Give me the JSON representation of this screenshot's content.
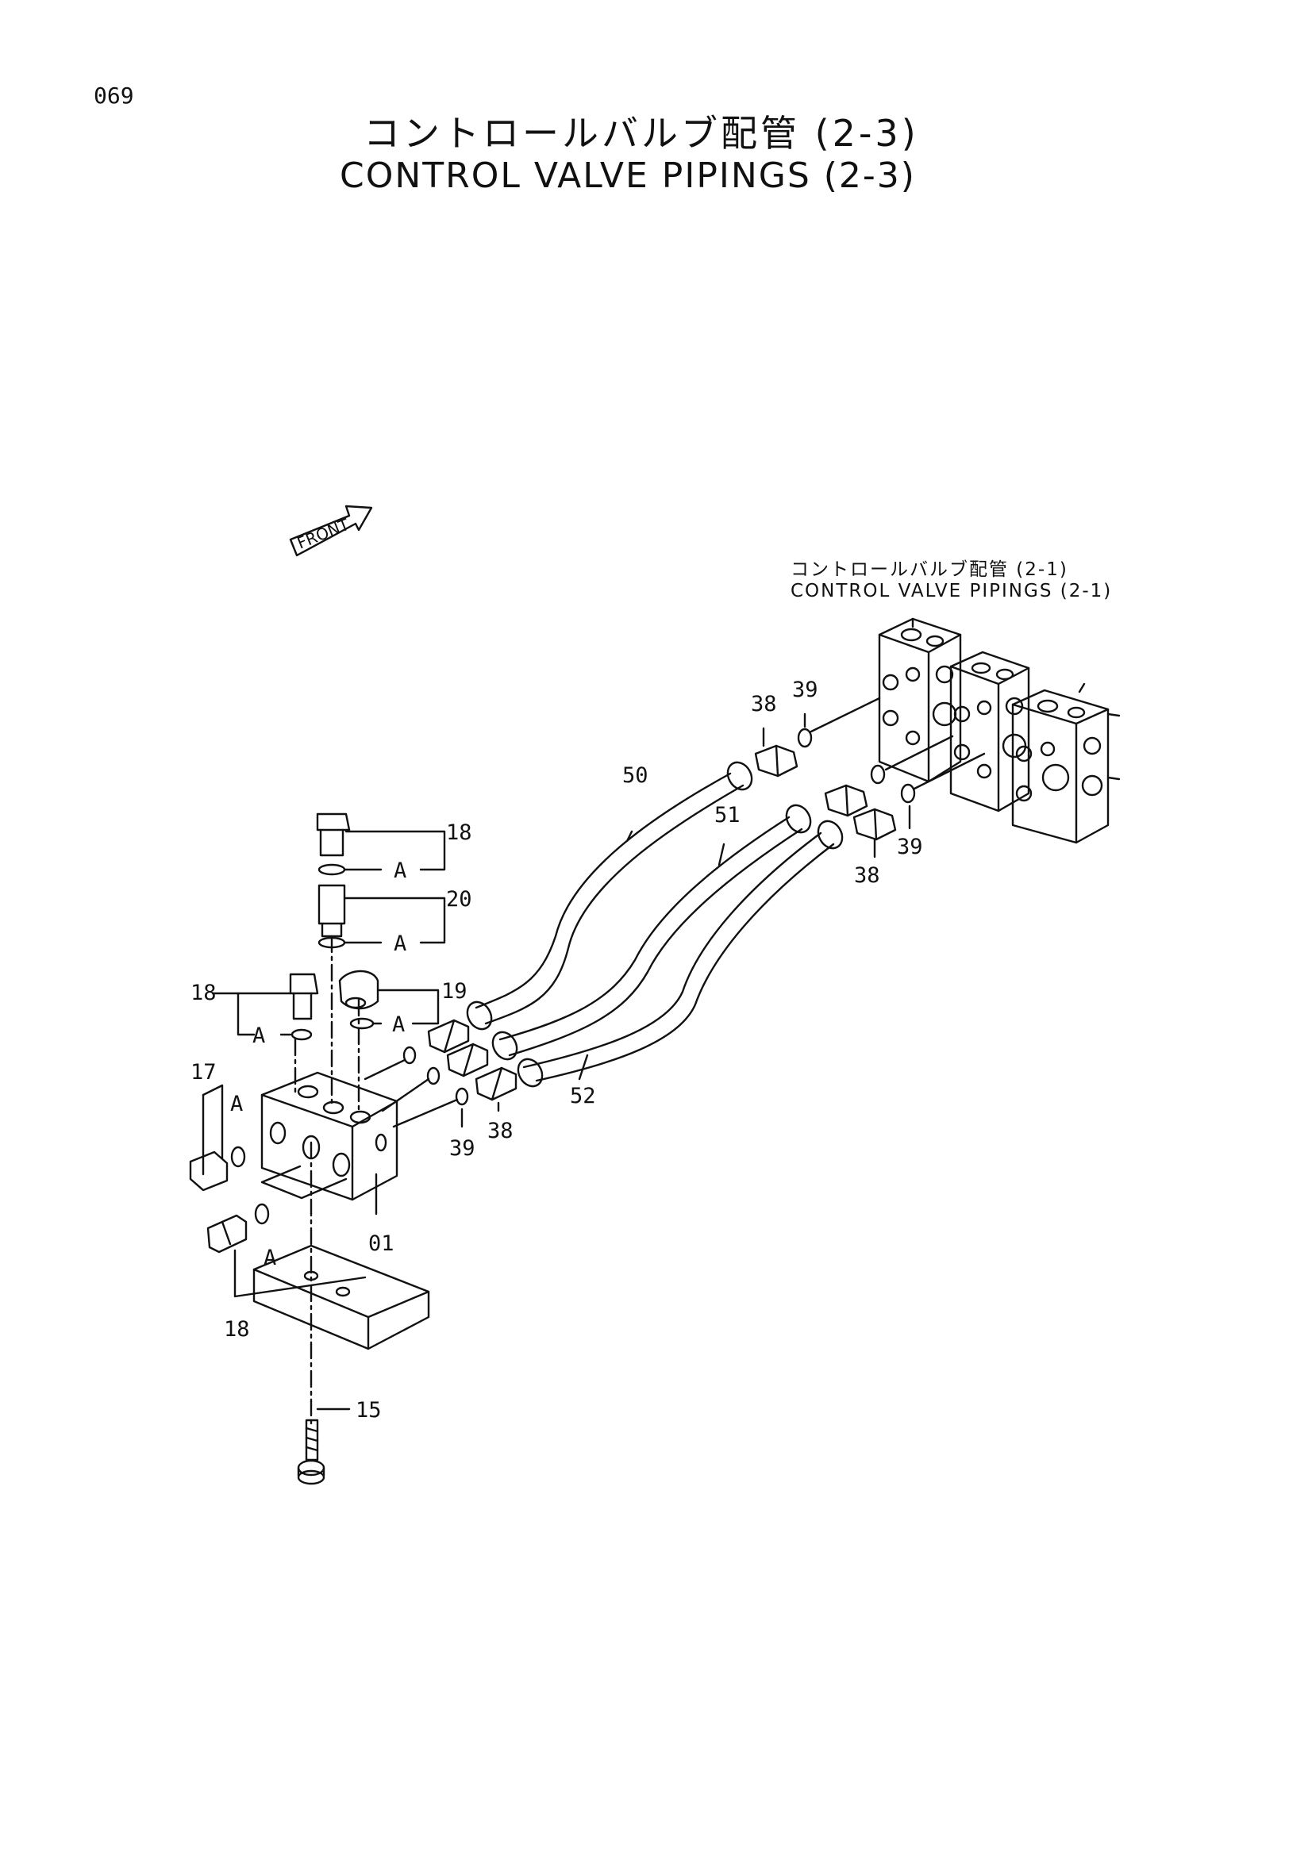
{
  "page_number": "069",
  "title_ja": "コントロールバルブ配管 (2-3)",
  "title_en": "CONTROL VALVE PIPINGS (2-3)",
  "front_label": "FRONT",
  "reference": {
    "ja": "コントロールバルブ配管 (2-1)",
    "en": "CONTROL VALVE PIPINGS (2-1)"
  },
  "callouts": {
    "c18a": "18",
    "c20": "20",
    "c19": "19",
    "c18b": "18",
    "c17": "17",
    "c18c": "18",
    "c01": "01",
    "c15": "15",
    "c50": "50",
    "c51": "51",
    "c52": "52",
    "c38a": "38",
    "c39a": "39",
    "c38b": "38",
    "c39b": "39",
    "c38c": "38",
    "c39c": "39",
    "a1": "A",
    "a2": "A",
    "a3": "A",
    "a4": "A",
    "a5": "A",
    "a6": "A"
  },
  "colors": {
    "line": "#111111",
    "paper": "#ffffff"
  }
}
